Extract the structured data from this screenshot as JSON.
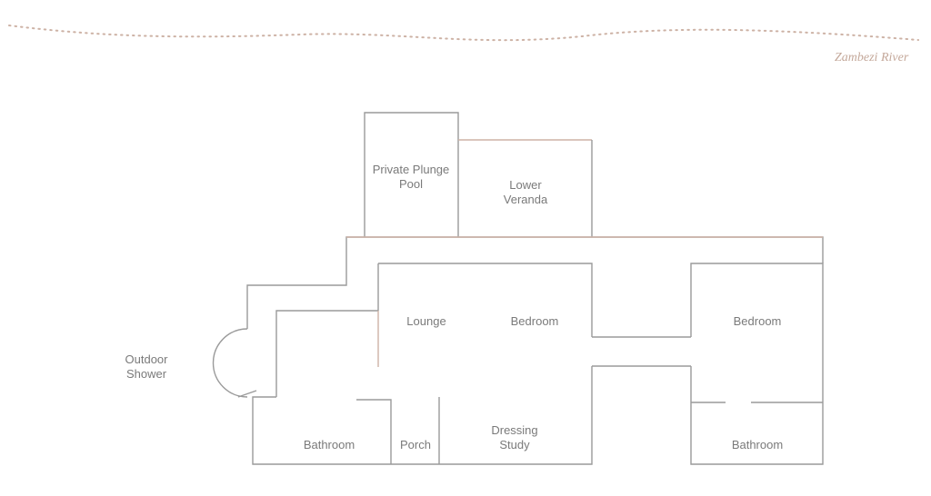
{
  "river": {
    "label": "Zambezi River"
  },
  "rooms": {
    "private_plunge_pool": "Private Plunge\nPool",
    "lower_veranda": "Lower\nVeranda",
    "lounge": "Lounge",
    "bedroom_main": "Bedroom",
    "bedroom_east": "Bedroom",
    "outdoor_shower": "Outdoor\nShower",
    "bathroom_west": "Bathroom",
    "porch": "Porch",
    "dressing_study": "Dressing\nStudy",
    "bathroom_east": "Bathroom"
  },
  "colors": {
    "walls": "#9a9a9a",
    "accent": "#cdb2a5",
    "text": "#7a7a7a"
  }
}
